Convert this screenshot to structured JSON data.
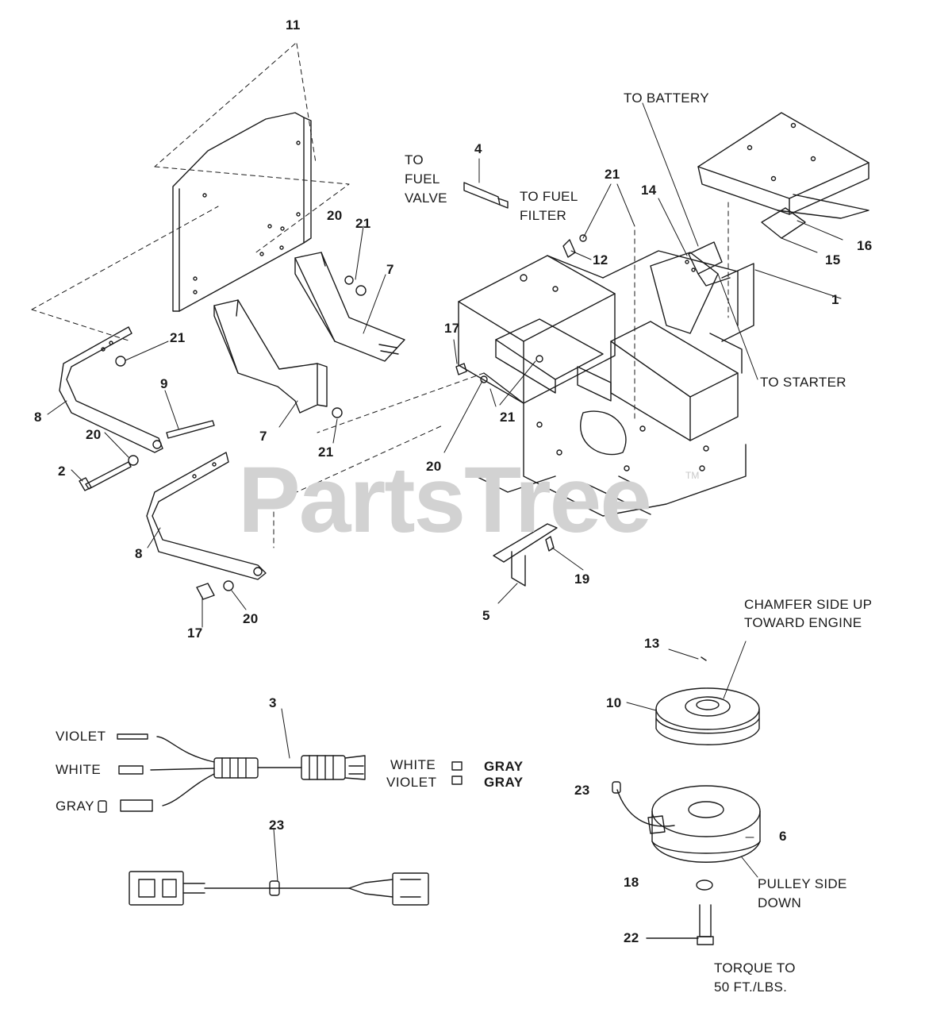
{
  "watermark": {
    "text": "PartsTree",
    "tm": "TM"
  },
  "callouts": {
    "c11": "11",
    "c4": "4",
    "c21a": "21",
    "c20a": "20",
    "c21b": "21",
    "c14": "14",
    "c16": "16",
    "c15": "15",
    "c12": "12",
    "c1": "1",
    "c7a": "7",
    "c21c": "21",
    "c9": "9",
    "c8a": "8",
    "c20b": "20",
    "c2": "2",
    "c7b": "7",
    "c21d": "21",
    "c17a": "17",
    "c21e": "21",
    "c20c": "20",
    "c8b": "8",
    "c17b": "17",
    "c20d": "20",
    "c19": "19",
    "c5": "5",
    "c13": "13",
    "c10": "10",
    "c3": "3",
    "c23a": "23",
    "c6": "6",
    "c18": "18",
    "c23b": "23",
    "c22": "22"
  },
  "notes": {
    "to_battery": "TO BATTERY",
    "to_fuel_valve": [
      "TO",
      "FUEL",
      "VALVE"
    ],
    "to_fuel_filter": [
      "TO FUEL",
      "FILTER"
    ],
    "to_starter": "TO STARTER",
    "chamfer": [
      "CHAMFER SIDE UP",
      "TOWARD ENGINE"
    ],
    "pulley": [
      "PULLEY SIDE",
      "DOWN"
    ],
    "torque": [
      "TORQUE TO",
      "50 FT./LBS."
    ]
  },
  "wires": {
    "violet": "VIOLET",
    "white": "WHITE",
    "gray": "GRAY",
    "white_r": "WHITE",
    "violet_r": "VIOLET",
    "gray_r1": "GRAY",
    "gray_r2": "GRAY"
  }
}
